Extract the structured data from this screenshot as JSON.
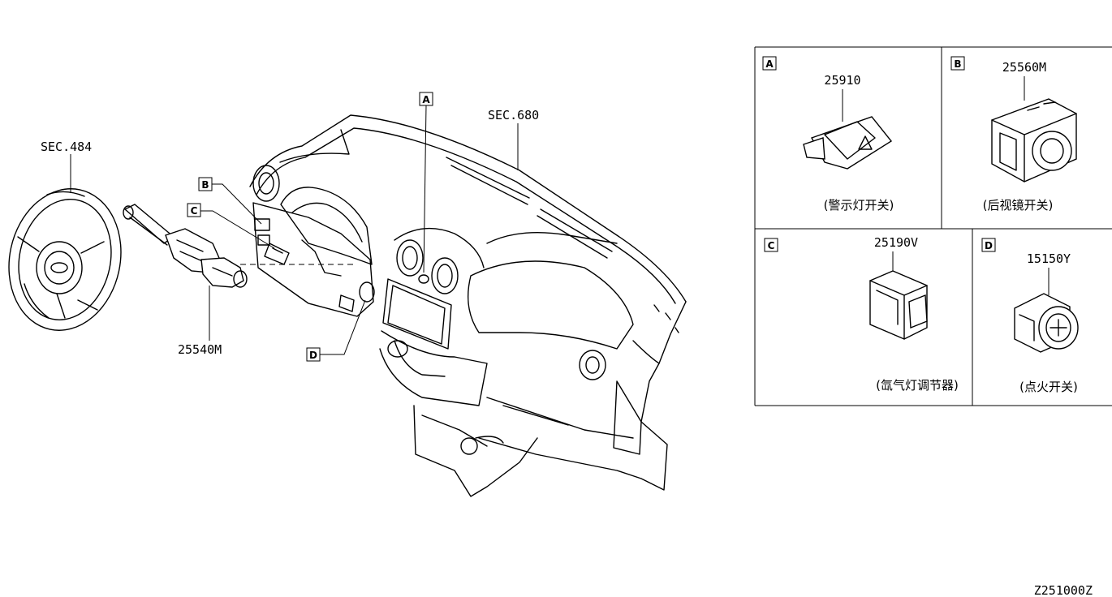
{
  "labels": {
    "sec_wheel": "SEC.484",
    "sec_dash": "SEC.680",
    "combo_switch": "25540M",
    "diagram_code": "Z251000Z"
  },
  "callouts": {
    "a": "A",
    "b": "B",
    "c": "C",
    "d": "D"
  },
  "panels": [
    {
      "letter": "A",
      "part_no": "25910",
      "caption": "(警示灯开关)"
    },
    {
      "letter": "B",
      "part_no": "25560M",
      "caption": "(后视镜开关)"
    },
    {
      "letter": "C",
      "part_no": "25190V",
      "caption": "(氙气灯调节器)"
    },
    {
      "letter": "D",
      "part_no": "15150Y",
      "caption": "(点火开关)"
    }
  ]
}
